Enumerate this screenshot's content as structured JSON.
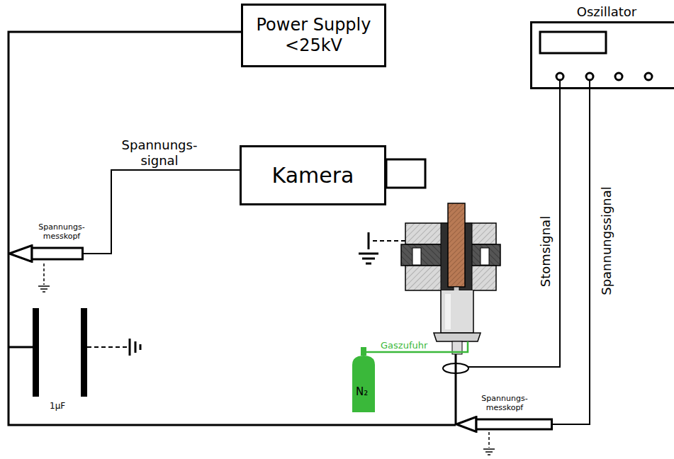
{
  "diagram": {
    "nodes": [
      {
        "text": [
          "Power Supply <25kV"
        ]
      },
      {
        "text": [
          "Kamera"
        ]
      },
      {
        "text": [
          "Oszillator"
        ]
      },
      {
        "text": [
          "Spannungs- messkopf"
        ]
      },
      {
        "text": [
          "Spannungs- messkopf"
        ]
      }
    ],
    "edges": [
      {
        "from": 3,
        "to": 1,
        "arrow": "none",
        "label": "Spannungs- signal"
      },
      {
        "from": 2,
        "to": 4,
        "arrow": "none",
        "label": "Spannungssignal"
      }
    ],
    "labels": [
      "Stomsignal",
      "Gaszufuhr",
      "N₂",
      "1µF"
    ]
  }
}
